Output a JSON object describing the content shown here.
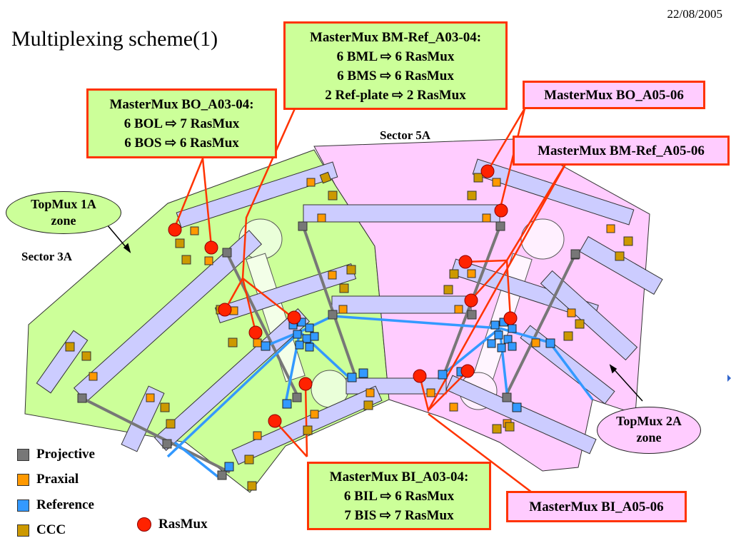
{
  "header": {
    "title": "Multiplexing scheme(1)",
    "date": "22/08/2005"
  },
  "boxes": {
    "bm_ref_a03": [
      "MasterMux BM-Ref_A03-04:",
      "6 BML ⇨ 6 RasMux",
      "6 BMS ⇨ 6 RasMux",
      "2 Ref-plate ⇨ 2 RasMux"
    ],
    "bo_a03": [
      "MasterMux BO_A03-04:",
      "6 BOL ⇨ 7 RasMux",
      "6 BOS ⇨ 6 RasMux"
    ],
    "bo_a05": "MasterMux BO_A05-06",
    "bm_ref_a05": "MasterMux BM-Ref_A05-06",
    "bi_a03": [
      "MasterMux BI_A03-04:",
      "6 BIL ⇨ 6 RasMux",
      "7 BIS ⇨ 7 RasMux"
    ],
    "bi_a05": "MasterMux BI_A05-06"
  },
  "zones": {
    "topmux1": [
      "TopMux 1A",
      "zone"
    ],
    "topmux2": [
      "TopMux 2A",
      "zone"
    ]
  },
  "sectors": {
    "s3a": "Sector 3A",
    "s5a": "Sector 5A"
  },
  "legend": {
    "projective": "Projective",
    "praxial": "Praxial",
    "reference": "Reference",
    "ccc": "CCC",
    "rasmux": "RasMux"
  },
  "colors": {
    "green_zone": "#ccff99",
    "pink_zone": "#ffccff",
    "chamber": "#ccccff",
    "projective": "#777777",
    "praxial": "#ff9900",
    "reference": "#3399ff",
    "ccc": "#cc9900",
    "rasmux": "#ff2200",
    "link": "#ff3300"
  }
}
